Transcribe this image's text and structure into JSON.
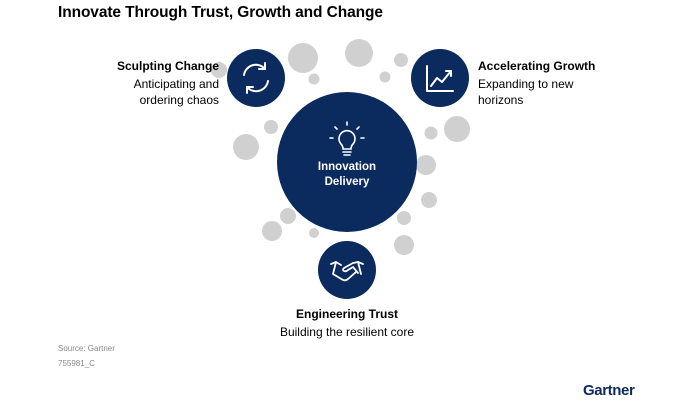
{
  "title": "Innovate Through Trust, Growth and Change",
  "hub": {
    "label": "Innovation\nDelivery",
    "icon": "lightbulb-icon"
  },
  "nodes": [
    {
      "heading": "Sculpting Change",
      "description": "Anticipating and\nordering chaos",
      "icon": "refresh-cycle-icon"
    },
    {
      "heading": "Accelerating Growth",
      "description": "Expanding to new\nhorizons",
      "icon": "trending-chart-icon"
    },
    {
      "heading": "Engineering Trust",
      "description": "Building the resilient core",
      "icon": "handshake-icon"
    }
  ],
  "source": "Source: Gartner",
  "code": "755981_C",
  "brand": "Gartner",
  "colors": {
    "navy": "#0b2a5e",
    "bubble": "#cfcfcf",
    "text": "#000000"
  }
}
